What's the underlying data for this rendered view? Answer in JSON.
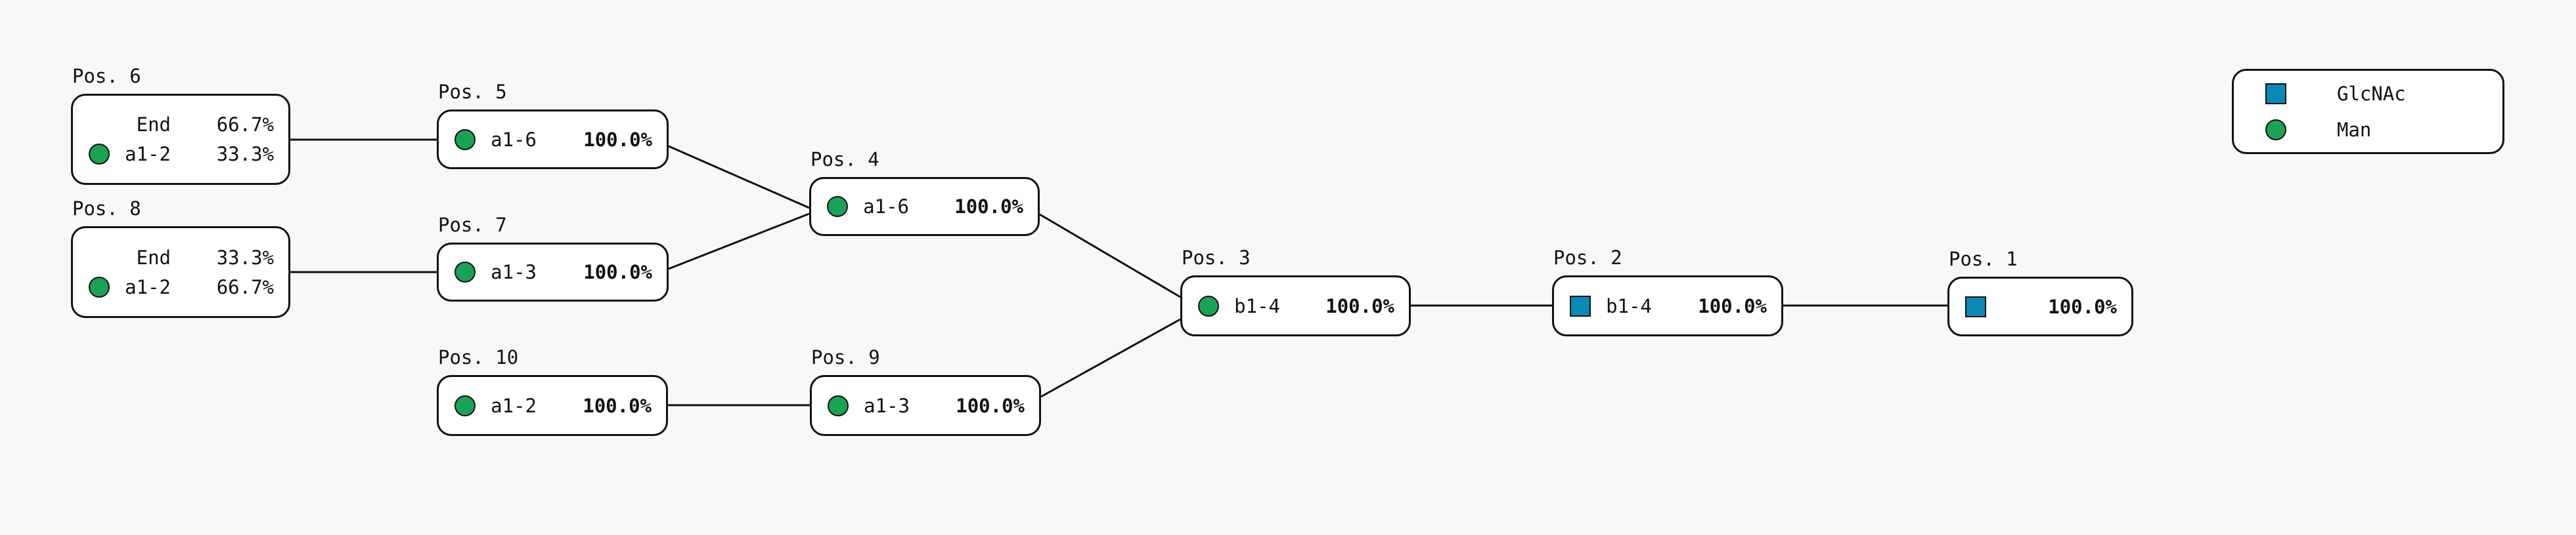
{
  "canvas": {
    "background": "#f8f8f8"
  },
  "colors": {
    "man": "#1aa353",
    "glcnac": "#0a89b5",
    "node_fill": "#ffffff",
    "node_border": "#111111",
    "edge": "#111111"
  },
  "legend": {
    "items": [
      {
        "icon": "glcnac",
        "label": "GlcNAc"
      },
      {
        "icon": "man",
        "label": "Man"
      }
    ]
  },
  "nodes": [
    {
      "id": "pos1",
      "title": "Pos. 1",
      "rows": [
        {
          "icon": "glcnac",
          "linkage": "",
          "percent": "100.0%",
          "bold": true
        }
      ]
    },
    {
      "id": "pos2",
      "title": "Pos. 2",
      "rows": [
        {
          "icon": "glcnac",
          "linkage": "b1-4",
          "percent": "100.0%",
          "bold": true
        }
      ]
    },
    {
      "id": "pos3",
      "title": "Pos. 3",
      "rows": [
        {
          "icon": "man",
          "linkage": "b1-4",
          "percent": "100.0%",
          "bold": true
        }
      ]
    },
    {
      "id": "pos4",
      "title": "Pos. 4",
      "rows": [
        {
          "icon": "man",
          "linkage": "a1-6",
          "percent": "100.0%",
          "bold": true
        }
      ]
    },
    {
      "id": "pos5",
      "title": "Pos. 5",
      "rows": [
        {
          "icon": "man",
          "linkage": "a1-6",
          "percent": "100.0%",
          "bold": true
        }
      ]
    },
    {
      "id": "pos6",
      "title": "Pos. 6",
      "rows": [
        {
          "icon": null,
          "linkage": "End",
          "percent": "66.7%",
          "bold": false
        },
        {
          "icon": "man",
          "linkage": "a1-2",
          "percent": "33.3%",
          "bold": false
        }
      ]
    },
    {
      "id": "pos7",
      "title": "Pos. 7",
      "rows": [
        {
          "icon": "man",
          "linkage": "a1-3",
          "percent": "100.0%",
          "bold": true
        }
      ]
    },
    {
      "id": "pos8",
      "title": "Pos. 8",
      "rows": [
        {
          "icon": null,
          "linkage": "End",
          "percent": "33.3%",
          "bold": false
        },
        {
          "icon": "man",
          "linkage": "a1-2",
          "percent": "66.7%",
          "bold": false
        }
      ]
    },
    {
      "id": "pos9",
      "title": "Pos. 9",
      "rows": [
        {
          "icon": "man",
          "linkage": "a1-3",
          "percent": "100.0%",
          "bold": true
        }
      ]
    },
    {
      "id": "pos10",
      "title": "Pos. 10",
      "rows": [
        {
          "icon": "man",
          "linkage": "a1-2",
          "percent": "100.0%",
          "bold": true
        }
      ]
    }
  ],
  "edges": [
    {
      "from": "pos6",
      "to": "pos5"
    },
    {
      "from": "pos8",
      "to": "pos7"
    },
    {
      "from": "pos5",
      "to": "pos4"
    },
    {
      "from": "pos7",
      "to": "pos4"
    },
    {
      "from": "pos10",
      "to": "pos9"
    },
    {
      "from": "pos4",
      "to": "pos3"
    },
    {
      "from": "pos9",
      "to": "pos3"
    },
    {
      "from": "pos3",
      "to": "pos2"
    },
    {
      "from": "pos2",
      "to": "pos1"
    }
  ]
}
